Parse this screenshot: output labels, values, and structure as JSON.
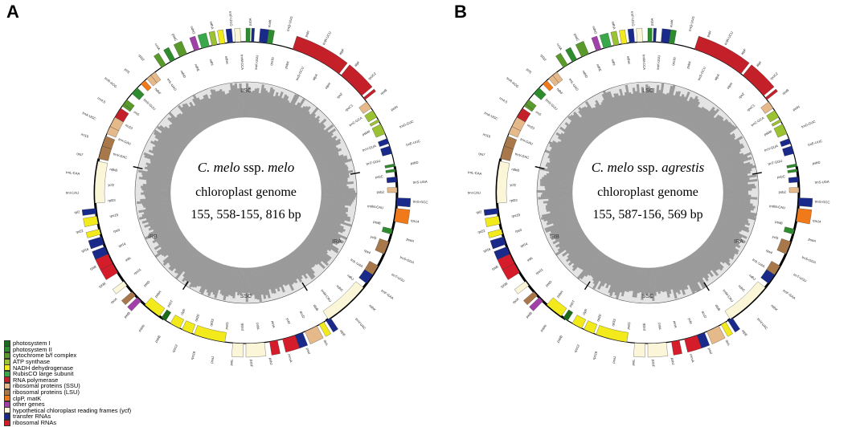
{
  "panels": [
    {
      "letter": "A",
      "title_species": "C. melo",
      "title_rest": " ssp. ",
      "title_subspecies": "melo",
      "line2": "chloroplast genome",
      "line3": "155, 558-155, 816 bp",
      "regions": {
        "lsc": "LSC",
        "ira": "IRA",
        "ssc": "SSC",
        "irb": "IRB"
      },
      "gene_labels": [
        "psbA",
        "trnK-UUU",
        "matK",
        "rps16",
        "trnQ-UUG",
        "psbK",
        "psbI",
        "trnS-GCU",
        "trnR-UCU",
        "atpA",
        "atpF",
        "atpH",
        "atpI",
        "rps2",
        "rpoC2",
        "rpoC1",
        "rpoB",
        "trnC-GCA",
        "petN",
        "psbM",
        "trnD-GUC",
        "trnY-GUA",
        "trnE-UUC",
        "trnT-GGU",
        "psbD",
        "psbC",
        "trnS-UGA",
        "psbZ",
        "trnG-GCC",
        "trnfM-CAU",
        "rps14",
        "psaB",
        "psaA",
        "ycf3",
        "trnS-GGA",
        "rps4",
        "trnT-UGU",
        "trnL-UAA",
        "trnF-GAA",
        "ndhJ",
        "ndhK",
        "ndhC",
        "trnV-UAC",
        "trnM-CAU",
        "atpE",
        "atpB",
        "rbcL",
        "accD",
        "psaI",
        "ycf4",
        "cemA",
        "petA",
        "psbJ",
        "psbL",
        "psbF",
        "psbE",
        "petL",
        "petG",
        "psaJ",
        "rpl33",
        "rps18",
        "rpl20",
        "rps12",
        "clpP",
        "psbB",
        "psbT",
        "psbN",
        "psbH",
        "petB",
        "petD",
        "rpoA",
        "rps11",
        "rpl36",
        "infA",
        "rps8",
        "rpl14",
        "rpl16",
        "rps3",
        "rpl22",
        "rps19",
        "rpl2",
        "rpl23",
        "trnI-CAU",
        "ycf2",
        "trnL-CAA",
        "ndhB",
        "rps7",
        "trnV-GAC",
        "rrn16",
        "trnI-GAU",
        "trnA-UGC",
        "rrn23",
        "rrn4.5",
        "rrn5",
        "trnR-ACG",
        "trnN-GUU",
        "ycf1",
        "ndhF",
        "rpl32",
        "trnL-UAG",
        "ccsA",
        "ndhD",
        "psaC",
        "ndhE",
        "ndhG",
        "ndhI",
        "ndhA",
        "ndhH",
        "trnP-UGG",
        "trnW-CCA"
      ]
    },
    {
      "letter": "B",
      "title_species": "C. melo",
      "title_rest": " ssp. ",
      "title_subspecies": "agrestis",
      "line2": "chloroplast genome",
      "line3": "155, 587-156, 569 bp",
      "regions": {
        "lsc": "LSC",
        "ira": "IRA",
        "ssc": "SSC",
        "irb": "IRB"
      },
      "gene_labels": [
        "psbA",
        "trnK-UUU",
        "matK",
        "rps16",
        "trnQ-UUG",
        "psbK",
        "psbI",
        "trnS-GCU",
        "trnR-UCU",
        "atpA",
        "atpF",
        "atpH",
        "atpI",
        "rps2",
        "rpoC2",
        "rpoC1",
        "rpoB",
        "trnC-GCA",
        "petN",
        "psbM",
        "trnD-GUC",
        "trnY-GUA",
        "trnE-UUC",
        "trnT-GGU",
        "psbD",
        "psbC",
        "trnS-UGA",
        "psbZ",
        "trnG-GCC",
        "trnfM-CAU",
        "rps14",
        "psaB",
        "psaA",
        "ycf3",
        "trnS-GGA",
        "rps4",
        "trnT-UGU",
        "trnL-UAA",
        "trnF-GAA",
        "ndhJ",
        "ndhK",
        "ndhC",
        "trnV-UAC",
        "trnM-CAU",
        "atpE",
        "atpB",
        "rbcL",
        "accD",
        "psaI",
        "ycf4",
        "cemA",
        "petA",
        "psbJ",
        "psbL",
        "psbF",
        "psbE",
        "petL",
        "petG",
        "psaJ",
        "rpl33",
        "rps18",
        "rpl20",
        "rps12",
        "clpP",
        "psbB",
        "psbT",
        "psbN",
        "psbH",
        "petB",
        "petD",
        "rpoA",
        "rps11",
        "rpl36",
        "infA",
        "rps8",
        "rpl14",
        "rpl16",
        "rps3",
        "rpl22",
        "rps19",
        "rpl2",
        "rpl23",
        "trnI-CAU",
        "ycf2",
        "trnL-CAA",
        "ndhB",
        "rps7",
        "trnV-GAC",
        "rrn16",
        "trnI-GAU",
        "trnA-UGC",
        "rrn23",
        "rrn4.5",
        "rrn5",
        "trnR-ACG",
        "trnN-GUU",
        "ycf1",
        "ndhF",
        "rpl32",
        "trnL-UAG",
        "ccsA",
        "ndhD",
        "psaC",
        "ndhE",
        "ndhG",
        "ndhI",
        "ndhA",
        "ndhH",
        "trnP-UGG",
        "trnW-CCA"
      ]
    }
  ],
  "legend": [
    {
      "label": "photosystem I",
      "color": "#1a6b1a"
    },
    {
      "label": "photosystem II",
      "color": "#2e8b2e"
    },
    {
      "label": "cytochrome b/f complex",
      "color": "#5a9a2a"
    },
    {
      "label": "ATP synthase",
      "color": "#9ac232"
    },
    {
      "label": "NADH dehydrogenase",
      "color": "#f2ea1a"
    },
    {
      "label": "RubisCO large subunit",
      "color": "#3aa84a"
    },
    {
      "label": "RNA polymerase",
      "color": "#c4202a"
    },
    {
      "label": "ribosomal proteins (SSU)",
      "color": "#e6b98a"
    },
    {
      "label": "ribosomal proteins (LSU)",
      "color": "#a8784a"
    },
    {
      "label": "clpP, matK",
      "color": "#f07a1a"
    },
    {
      "label": "other genes",
      "color": "#a040a8"
    },
    {
      "label": "hypothetical chloroplast reading frames (ycf)",
      "color": "#fbf6d8"
    },
    {
      "label": "transfer RNAs",
      "color": "#1a2a8a"
    },
    {
      "label": "ribosomal RNAs",
      "color": "#d41c2a"
    }
  ],
  "gene_colors": {
    "ps1": "#1a6b1a",
    "ps2": "#2e8b2e",
    "cyt": "#5a9a2a",
    "atp": "#9ac232",
    "ndh": "#f2ea1a",
    "rbc": "#3aa84a",
    "rpo": "#c4202a",
    "ssu": "#e6b98a",
    "lsu": "#a8784a",
    "clp": "#f07a1a",
    "oth": "#a040a8",
    "ycf": "#fbf6d8",
    "trn": "#1a2a8a",
    "rrn": "#d41c2a"
  }
}
